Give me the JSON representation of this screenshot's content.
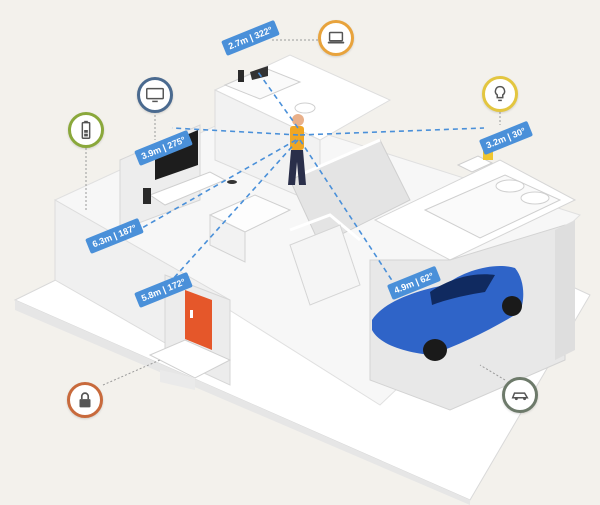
{
  "colors": {
    "background": "#f3f1ec",
    "measure_tag": "#4a90d9",
    "measure_line": "#4a90d9",
    "ring_laptop": "#e8a33c",
    "ring_tv": "#4a6a8f",
    "ring_battery": "#8aa83b",
    "ring_bulb": "#e3c640",
    "ring_lock": "#c86a3c",
    "ring_car": "#6d7a6a",
    "car": "#2f64c8",
    "door": "#e5572a",
    "person_shirt": "#f0a623"
  },
  "measurements": [
    {
      "id": "laptop",
      "label": "2.7m | 322°"
    },
    {
      "id": "tv",
      "label": "3.9m | 275°"
    },
    {
      "id": "bulb",
      "label": "3.2m | 30°"
    },
    {
      "id": "battery",
      "label": "6.3m | 187°"
    },
    {
      "id": "lock",
      "label": "5.8m | 172°"
    },
    {
      "id": "car",
      "label": "4.9m | 62°"
    }
  ],
  "devices": [
    {
      "id": "laptop",
      "icon": "laptop-icon"
    },
    {
      "id": "tv",
      "icon": "tv-icon"
    },
    {
      "id": "battery",
      "icon": "battery-icon"
    },
    {
      "id": "bulb",
      "icon": "lightbulb-icon"
    },
    {
      "id": "lock",
      "icon": "lock-icon"
    },
    {
      "id": "car",
      "icon": "car-icon"
    }
  ]
}
